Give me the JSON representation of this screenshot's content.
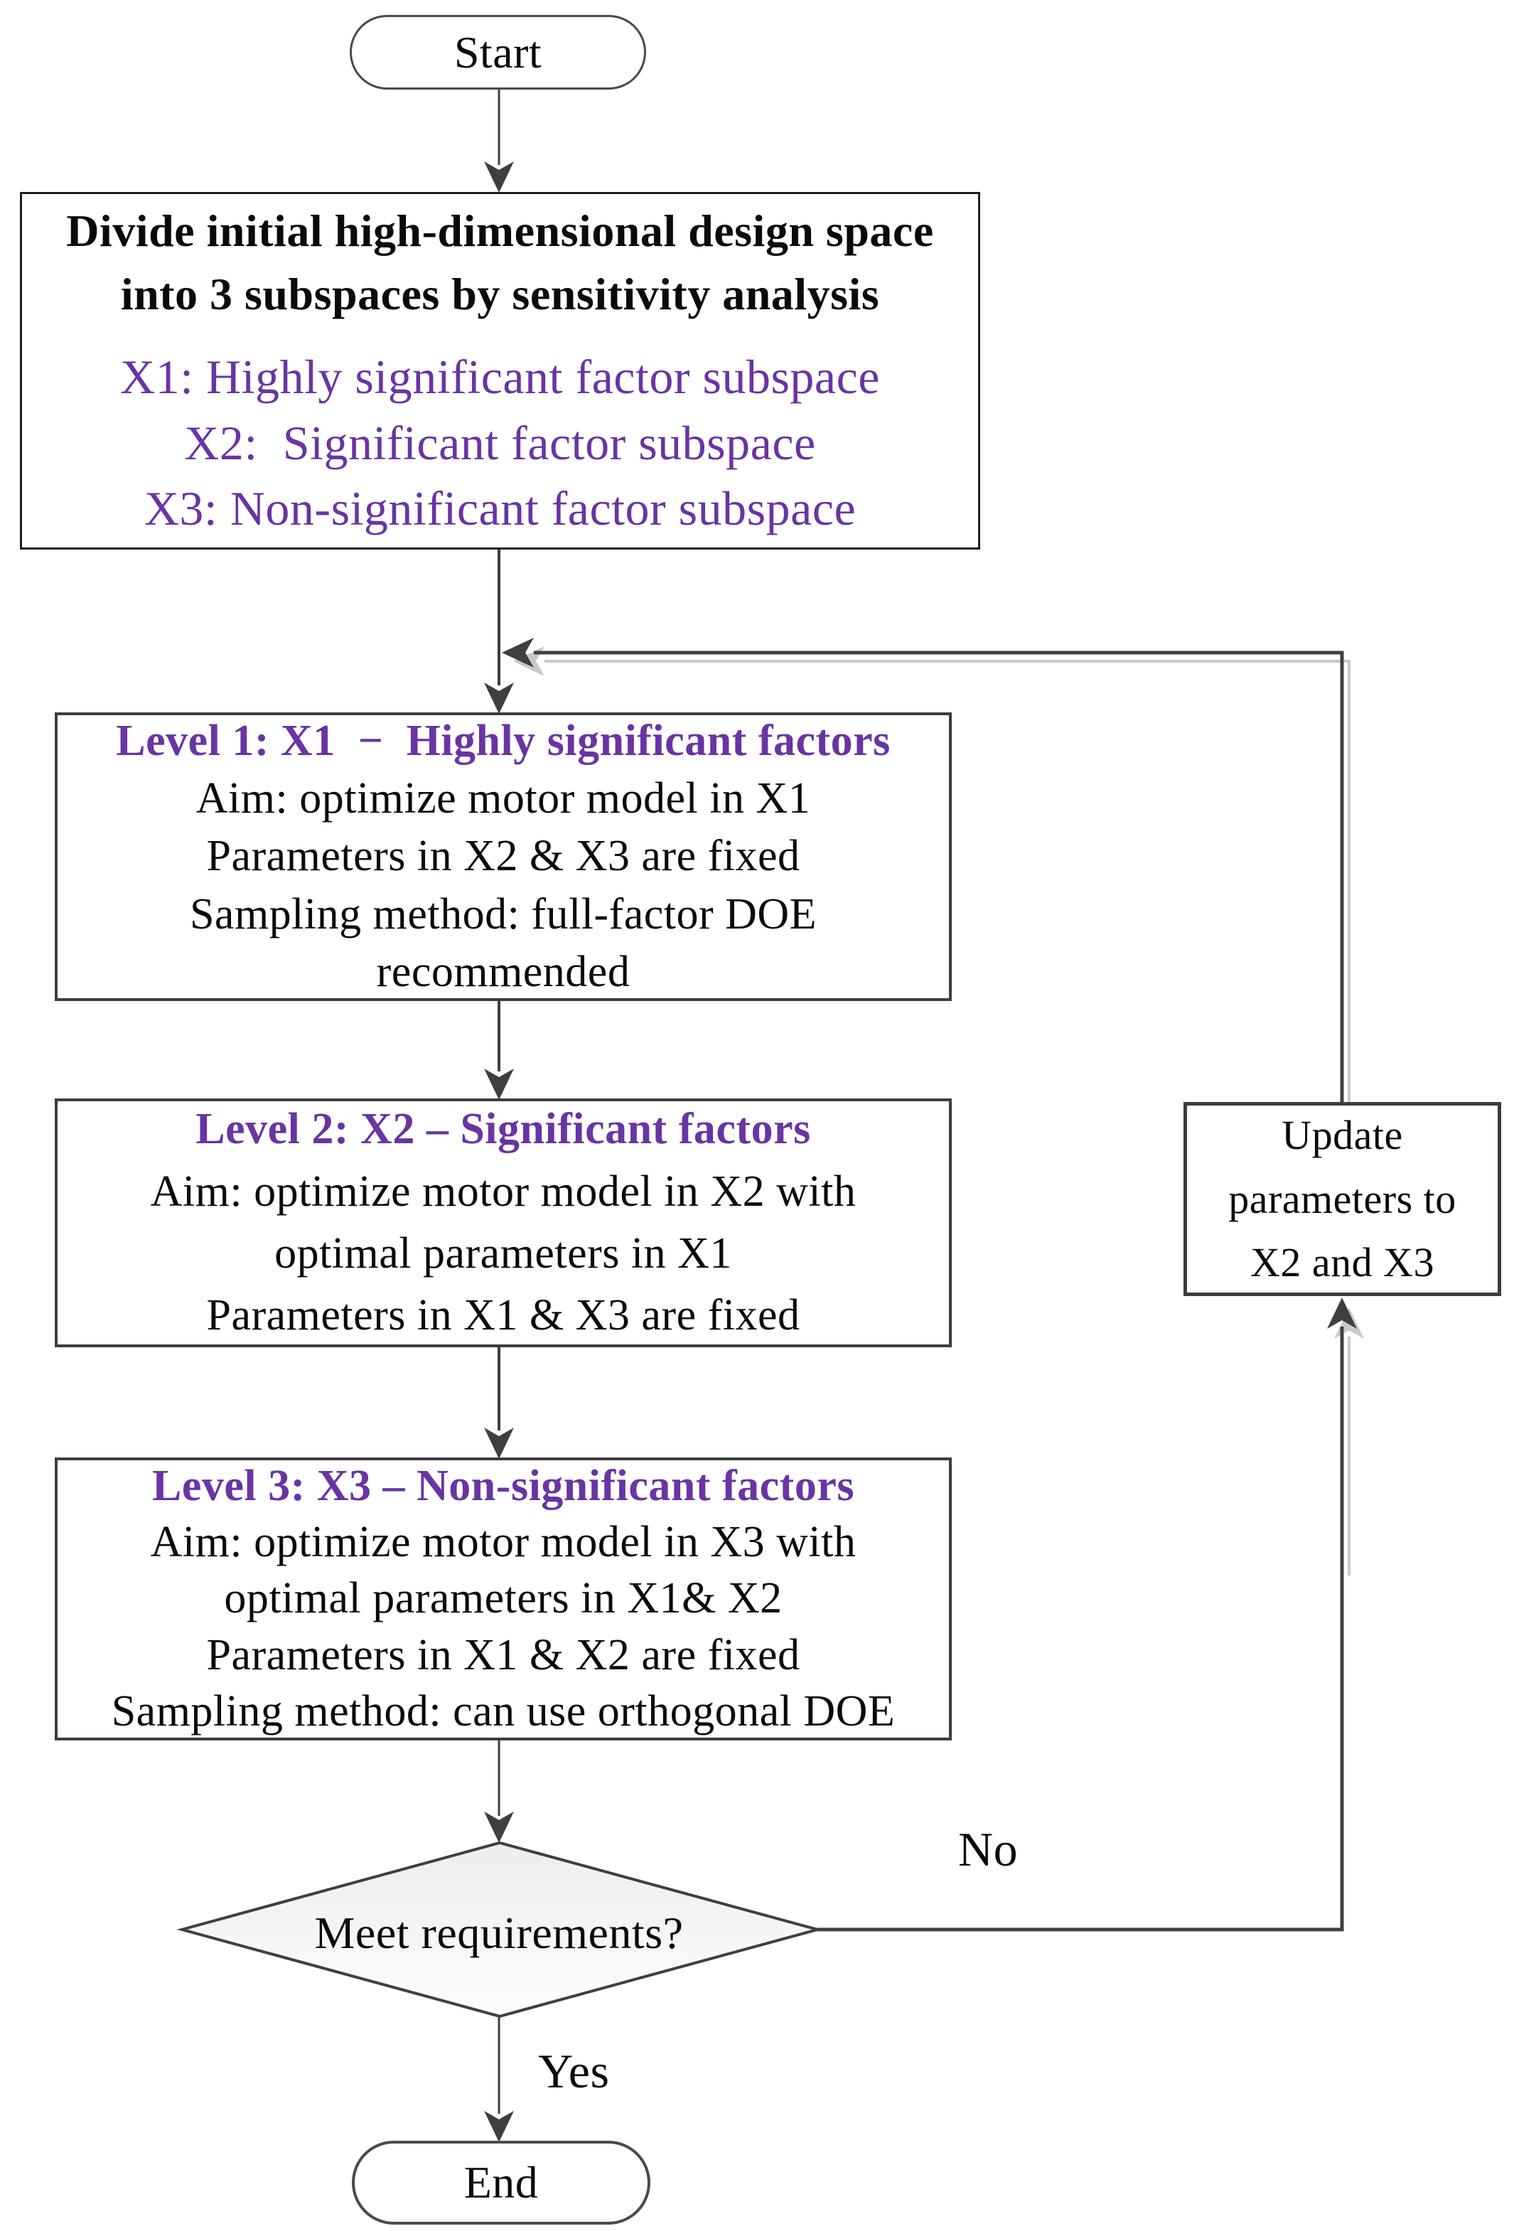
{
  "theme": {
    "purple": "#6934A3",
    "ink": "#0a0a0a",
    "line": "#3f3f3f",
    "line_soft": "#c9c9c9",
    "border_dark": "#1f1f1f",
    "box_border": "#3d3d3d",
    "terminal_border": "#4a4a4a",
    "diamond_top": "#ededed",
    "diamond_bottom": "#fdfdfd",
    "canvas_bg": "#ffffff"
  },
  "nodes": {
    "start": {
      "label": "Start"
    },
    "divide": {
      "heading_lines": [
        "Divide initial high-dimensional design space",
        "into 3 subspaces by sensitivity analysis"
      ],
      "subspace_lines": [
        "X1: Highly significant factor subspace",
        "X2:  Significant factor subspace",
        "X3: Non-significant factor subspace"
      ]
    },
    "level1": {
      "heading": "Level 1: X1  −  Highly significant factors",
      "body_lines": [
        "Aim: optimize motor model in X1",
        "Parameters in X2 & X3 are fixed",
        "Sampling method: full-factor DOE",
        "recommended"
      ]
    },
    "level2": {
      "heading": "Level 2: X2 – Significant factors",
      "body_lines": [
        "Aim: optimize motor model in X2 with",
        "optimal parameters in X1",
        "Parameters in X1 & X3 are fixed"
      ]
    },
    "level3": {
      "heading": "Level 3: X3 – Non-significant factors",
      "body_lines": [
        "Aim: optimize motor model in X3 with",
        "optimal parameters in X1& X2",
        "Parameters in X1 & X2 are fixed",
        "Sampling method: can use orthogonal DOE"
      ]
    },
    "decision": {
      "label": "Meet requirements?"
    },
    "update": {
      "lines": [
        "Update",
        "parameters to",
        "X2 and X3"
      ]
    },
    "end": {
      "label": "End"
    }
  },
  "edges": {
    "no_label": "No",
    "yes_label": "Yes"
  }
}
